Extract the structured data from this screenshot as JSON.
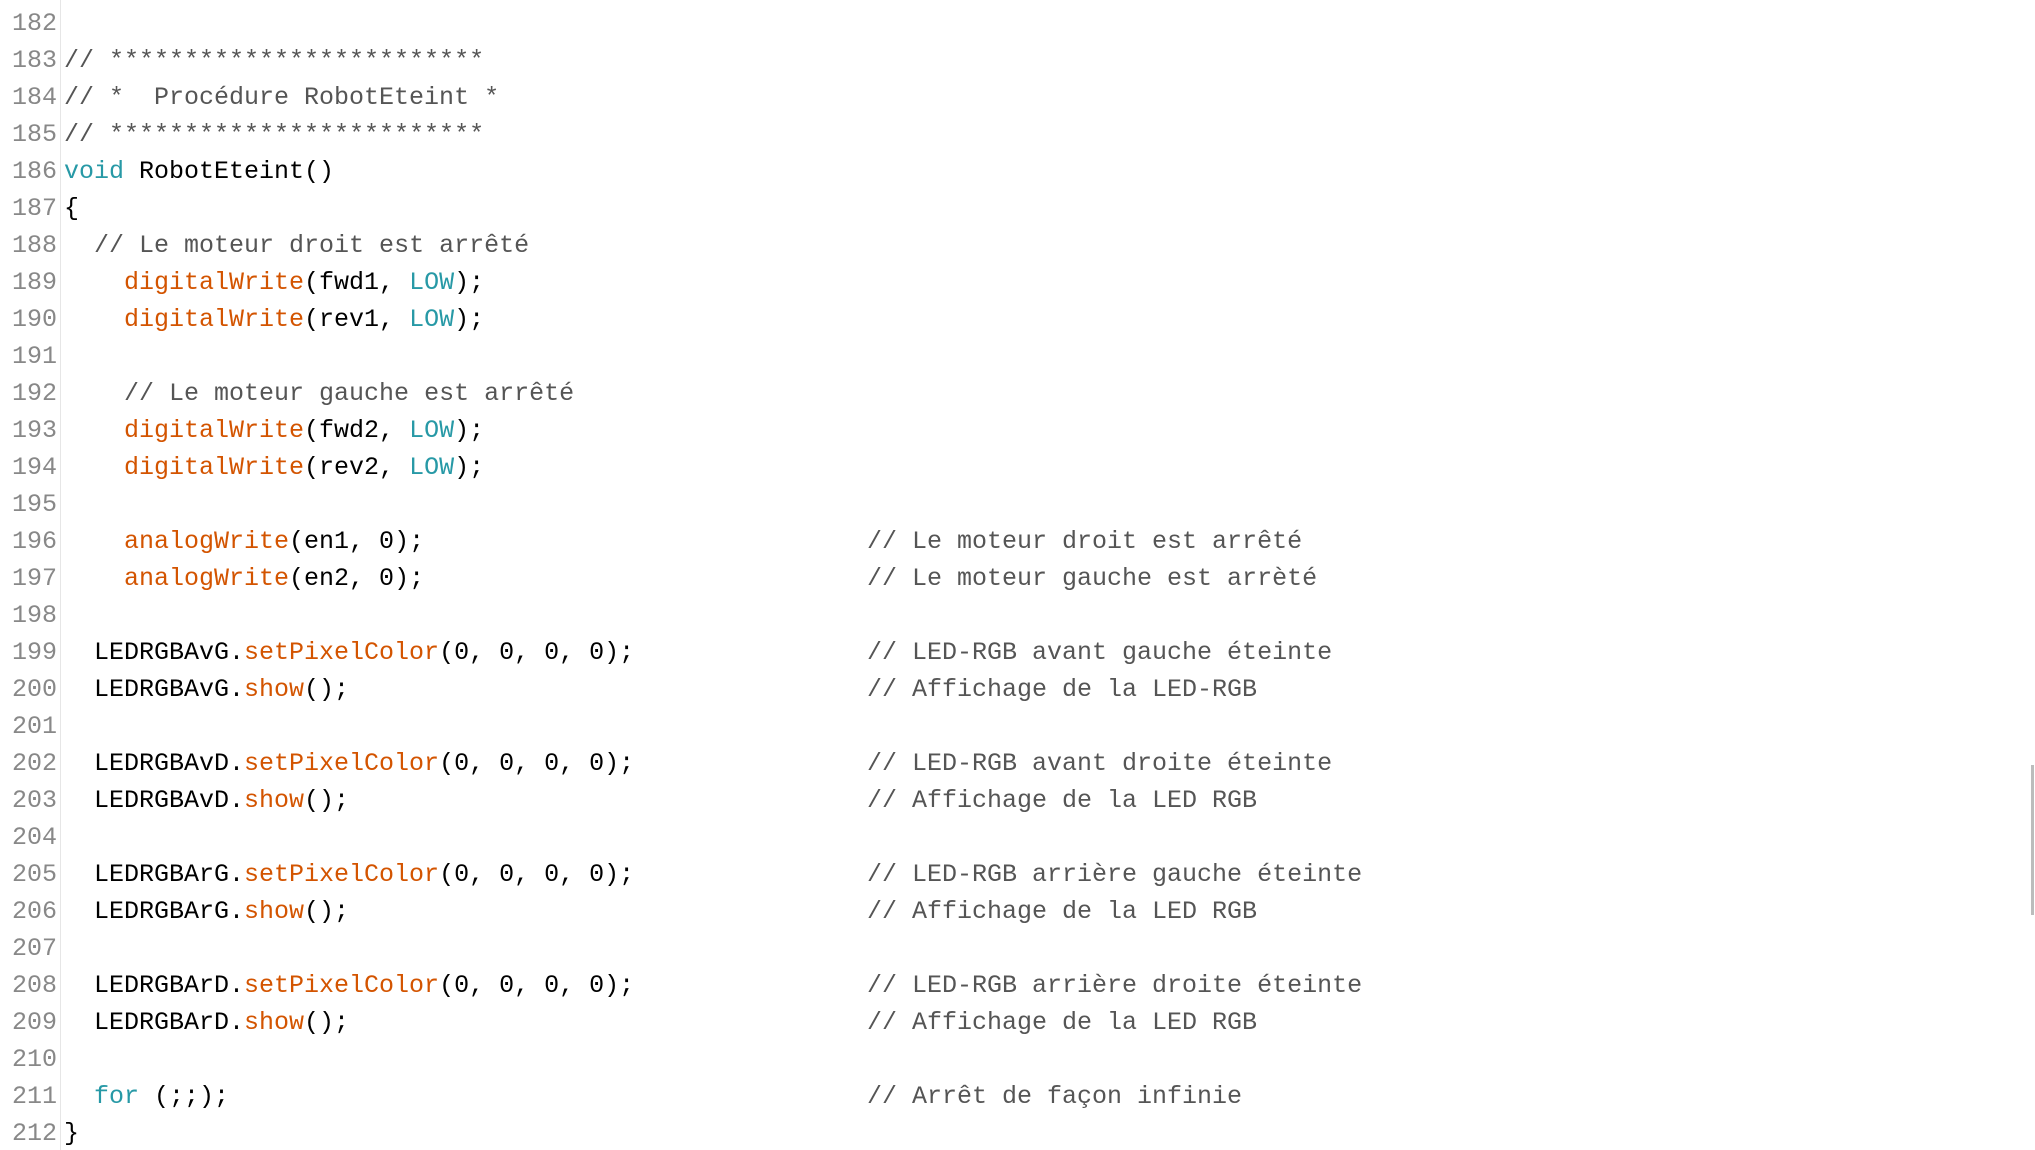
{
  "editor": {
    "lines": [
      {
        "num": "182",
        "tokens": [],
        "comment": ""
      },
      {
        "num": "183",
        "tokens": [
          {
            "t": "// *************************",
            "c": "comment"
          }
        ],
        "comment": ""
      },
      {
        "num": "184",
        "tokens": [
          {
            "t": "// *  Procédure RobotEteint *",
            "c": "comment"
          }
        ],
        "comment": ""
      },
      {
        "num": "185",
        "tokens": [
          {
            "t": "// *************************",
            "c": "comment"
          }
        ],
        "comment": ""
      },
      {
        "num": "186",
        "tokens": [
          {
            "t": "void",
            "c": "keyword"
          },
          {
            "t": " RobotEteint()",
            "c": "plain"
          }
        ],
        "comment": ""
      },
      {
        "num": "187",
        "tokens": [
          {
            "t": "{",
            "c": "plain"
          }
        ],
        "comment": ""
      },
      {
        "num": "188",
        "tokens": [
          {
            "t": "  ",
            "c": "plain"
          },
          {
            "t": "// Le moteur droit est arrêté",
            "c": "comment"
          }
        ],
        "comment": ""
      },
      {
        "num": "189",
        "tokens": [
          {
            "t": "    ",
            "c": "plain"
          },
          {
            "t": "digitalWrite",
            "c": "func"
          },
          {
            "t": "(fwd1, ",
            "c": "plain"
          },
          {
            "t": "LOW",
            "c": "const"
          },
          {
            "t": ");",
            "c": "plain"
          }
        ],
        "comment": ""
      },
      {
        "num": "190",
        "tokens": [
          {
            "t": "    ",
            "c": "plain"
          },
          {
            "t": "digitalWrite",
            "c": "func"
          },
          {
            "t": "(rev1, ",
            "c": "plain"
          },
          {
            "t": "LOW",
            "c": "const"
          },
          {
            "t": ");",
            "c": "plain"
          }
        ],
        "comment": ""
      },
      {
        "num": "191",
        "tokens": [],
        "comment": ""
      },
      {
        "num": "192",
        "tokens": [
          {
            "t": "    ",
            "c": "plain"
          },
          {
            "t": "// Le moteur gauche est arrêté",
            "c": "comment"
          }
        ],
        "comment": ""
      },
      {
        "num": "193",
        "tokens": [
          {
            "t": "    ",
            "c": "plain"
          },
          {
            "t": "digitalWrite",
            "c": "func"
          },
          {
            "t": "(fwd2, ",
            "c": "plain"
          },
          {
            "t": "LOW",
            "c": "const"
          },
          {
            "t": ");",
            "c": "plain"
          }
        ],
        "comment": ""
      },
      {
        "num": "194",
        "tokens": [
          {
            "t": "    ",
            "c": "plain"
          },
          {
            "t": "digitalWrite",
            "c": "func"
          },
          {
            "t": "(rev2, ",
            "c": "plain"
          },
          {
            "t": "LOW",
            "c": "const"
          },
          {
            "t": ");",
            "c": "plain"
          }
        ],
        "comment": ""
      },
      {
        "num": "195",
        "tokens": [],
        "comment": ""
      },
      {
        "num": "196",
        "tokens": [
          {
            "t": "    ",
            "c": "plain"
          },
          {
            "t": "analogWrite",
            "c": "func"
          },
          {
            "t": "(en1, 0);",
            "c": "plain"
          }
        ],
        "comment": "// Le moteur droit est arrêté"
      },
      {
        "num": "197",
        "tokens": [
          {
            "t": "    ",
            "c": "plain"
          },
          {
            "t": "analogWrite",
            "c": "func"
          },
          {
            "t": "(en2, 0);",
            "c": "plain"
          }
        ],
        "comment": "// Le moteur gauche est arrèté"
      },
      {
        "num": "198",
        "tokens": [],
        "comment": ""
      },
      {
        "num": "199",
        "tokens": [
          {
            "t": "  LEDRGBAvG.",
            "c": "plain"
          },
          {
            "t": "setPixelColor",
            "c": "func"
          },
          {
            "t": "(0, 0, 0, 0);",
            "c": "plain"
          }
        ],
        "comment": "// LED-RGB avant gauche éteinte"
      },
      {
        "num": "200",
        "tokens": [
          {
            "t": "  LEDRGBAvG.",
            "c": "plain"
          },
          {
            "t": "show",
            "c": "func"
          },
          {
            "t": "();",
            "c": "plain"
          }
        ],
        "comment": "// Affichage de la LED-RGB"
      },
      {
        "num": "201",
        "tokens": [],
        "comment": ""
      },
      {
        "num": "202",
        "tokens": [
          {
            "t": "  LEDRGBAvD.",
            "c": "plain"
          },
          {
            "t": "setPixelColor",
            "c": "func"
          },
          {
            "t": "(0, 0, 0, 0);",
            "c": "plain"
          }
        ],
        "comment": "// LED-RGB avant droite éteinte"
      },
      {
        "num": "203",
        "tokens": [
          {
            "t": "  LEDRGBAvD.",
            "c": "plain"
          },
          {
            "t": "show",
            "c": "func"
          },
          {
            "t": "();",
            "c": "plain"
          }
        ],
        "comment": "// Affichage de la LED RGB"
      },
      {
        "num": "204",
        "tokens": [],
        "comment": ""
      },
      {
        "num": "205",
        "tokens": [
          {
            "t": "  LEDRGBArG.",
            "c": "plain"
          },
          {
            "t": "setPixelColor",
            "c": "func"
          },
          {
            "t": "(0, 0, 0, 0);",
            "c": "plain"
          }
        ],
        "comment": "// LED-RGB arrière gauche éteinte"
      },
      {
        "num": "206",
        "tokens": [
          {
            "t": "  LEDRGBArG.",
            "c": "plain"
          },
          {
            "t": "show",
            "c": "func"
          },
          {
            "t": "();",
            "c": "plain"
          }
        ],
        "comment": "// Affichage de la LED RGB"
      },
      {
        "num": "207",
        "tokens": [],
        "comment": ""
      },
      {
        "num": "208",
        "tokens": [
          {
            "t": "  LEDRGBArD.",
            "c": "plain"
          },
          {
            "t": "setPixelColor",
            "c": "func"
          },
          {
            "t": "(0, 0, 0, 0);",
            "c": "plain"
          }
        ],
        "comment": "// LED-RGB arrière droite éteinte"
      },
      {
        "num": "209",
        "tokens": [
          {
            "t": "  LEDRGBArD.",
            "c": "plain"
          },
          {
            "t": "show",
            "c": "func"
          },
          {
            "t": "();",
            "c": "plain"
          }
        ],
        "comment": "// Affichage de la LED RGB"
      },
      {
        "num": "210",
        "tokens": [],
        "comment": ""
      },
      {
        "num": "211",
        "tokens": [
          {
            "t": "  ",
            "c": "plain"
          },
          {
            "t": "for",
            "c": "keyword"
          },
          {
            "t": " (;;);",
            "c": "plain"
          }
        ],
        "comment": "// Arrêt de façon infinie"
      },
      {
        "num": "212",
        "tokens": [
          {
            "t": "}",
            "c": "plain"
          }
        ],
        "comment": ""
      }
    ]
  },
  "colors": {
    "keyword": "#2799a6",
    "function": "#d35400",
    "comment": "#555555",
    "line_number": "#888888",
    "background": "#ffffff"
  }
}
